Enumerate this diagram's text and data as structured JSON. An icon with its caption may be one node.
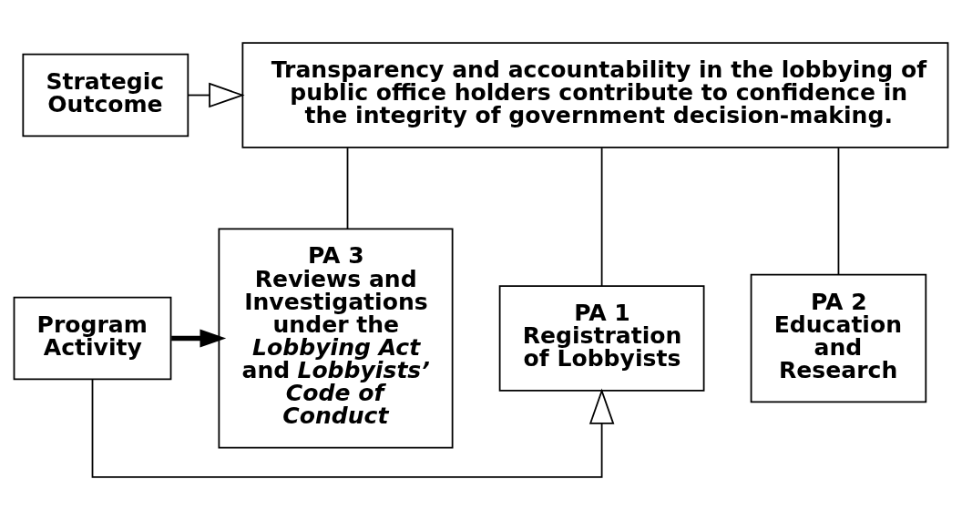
{
  "diagram": {
    "nodes": [
      {
        "text": [
          "Strategic Outcome"
        ]
      },
      {
        "text": [
          "Transparency and accountability in the lobbying of public office holders contribute to confidence in the integrity of government decision-making."
        ]
      },
      {
        "text": [
          "Program Activity"
        ]
      },
      {
        "text": [
          "PA 1",
          "Registration of Lobbyists"
        ]
      },
      {
        "text": [
          "PA 2",
          "Education and Research"
        ]
      },
      {
        "text": [
          "PA 3",
          "Reviews and Investigations under the *Lobbying Act* and *Lobbyists’ Code of Conduct*"
        ]
      }
    ],
    "edges": [
      {
        "from": 0,
        "to": 1,
        "arrow": "to"
      },
      {
        "from": 2,
        "to": 3,
        "arrow": "to"
      },
      {
        "from": 1,
        "to": 3,
        "arrow": "none"
      },
      {
        "from": 1,
        "to": 4,
        "arrow": "none"
      },
      {
        "from": 1,
        "to": 5,
        "arrow": "none"
      },
      {
        "from": 2,
        "to": 5,
        "arrow": "to",
        "style": "thick"
      }
    ]
  }
}
